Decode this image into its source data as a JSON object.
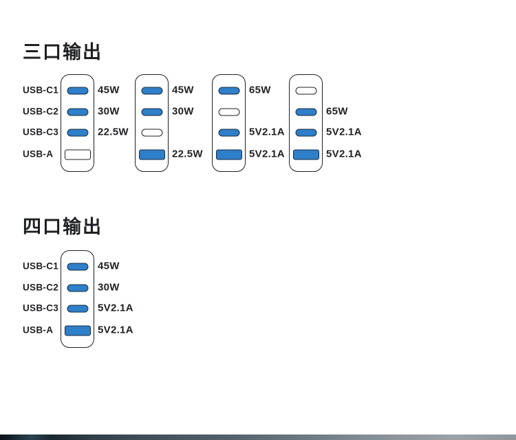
{
  "page": {
    "background": "#ffffff",
    "divider_bar_colors": [
      "#0d131a",
      "#2a4450",
      "#42505a",
      "#6e7b83",
      "#9ba3a9"
    ]
  },
  "colors": {
    "port_active_fill": "#2e7fc8",
    "port_active_border": "#152a41",
    "port_inactive_fill": "#ffffff",
    "port_inactive_border": "#1e1f21",
    "device_outline": "#1e1f21",
    "text": "#1f2023"
  },
  "sections": [
    {
      "id": "three-port",
      "title": "三口输出",
      "port_labels": [
        "USB-C1",
        "USB-C2",
        "USB-C3",
        "USB-A"
      ],
      "chargers": [
        {
          "name": "combo-1",
          "ports": [
            {
              "port": "USB-C1",
              "type": "usb-c",
              "active": true,
              "value": "45W"
            },
            {
              "port": "USB-C2",
              "type": "usb-c",
              "active": true,
              "value": "30W"
            },
            {
              "port": "USB-C3",
              "type": "usb-c",
              "active": true,
              "value": "22.5W"
            },
            {
              "port": "USB-A",
              "type": "usb-a",
              "active": false,
              "value": ""
            }
          ]
        },
        {
          "name": "combo-2",
          "ports": [
            {
              "port": "USB-C1",
              "type": "usb-c",
              "active": true,
              "value": "45W"
            },
            {
              "port": "USB-C2",
              "type": "usb-c",
              "active": true,
              "value": "30W"
            },
            {
              "port": "USB-C3",
              "type": "usb-c",
              "active": false,
              "value": ""
            },
            {
              "port": "USB-A",
              "type": "usb-a",
              "active": true,
              "value": "22.5W"
            }
          ]
        },
        {
          "name": "combo-3",
          "ports": [
            {
              "port": "USB-C1",
              "type": "usb-c",
              "active": true,
              "value": "65W"
            },
            {
              "port": "USB-C2",
              "type": "usb-c",
              "active": false,
              "value": ""
            },
            {
              "port": "USB-C3",
              "type": "usb-c",
              "active": true,
              "value": "5V2.1A"
            },
            {
              "port": "USB-A",
              "type": "usb-a",
              "active": true,
              "value": "5V2.1A"
            }
          ]
        },
        {
          "name": "combo-4",
          "ports": [
            {
              "port": "USB-C1",
              "type": "usb-c",
              "active": false,
              "value": ""
            },
            {
              "port": "USB-C2",
              "type": "usb-c",
              "active": true,
              "value": "65W"
            },
            {
              "port": "USB-C3",
              "type": "usb-c",
              "active": true,
              "value": "5V2.1A"
            },
            {
              "port": "USB-A",
              "type": "usb-a",
              "active": true,
              "value": "5V2.1A"
            }
          ]
        }
      ]
    },
    {
      "id": "four-port",
      "title": "四口输出",
      "port_labels": [
        "USB-C1",
        "USB-C2",
        "USB-C3",
        "USB-A"
      ],
      "chargers": [
        {
          "name": "combo-1",
          "ports": [
            {
              "port": "USB-C1",
              "type": "usb-c",
              "active": true,
              "value": "45W"
            },
            {
              "port": "USB-C2",
              "type": "usb-c",
              "active": true,
              "value": "30W"
            },
            {
              "port": "USB-C3",
              "type": "usb-c",
              "active": true,
              "value": "5V2.1A"
            },
            {
              "port": "USB-A",
              "type": "usb-a",
              "active": true,
              "value": "5V2.1A"
            }
          ]
        }
      ]
    }
  ]
}
